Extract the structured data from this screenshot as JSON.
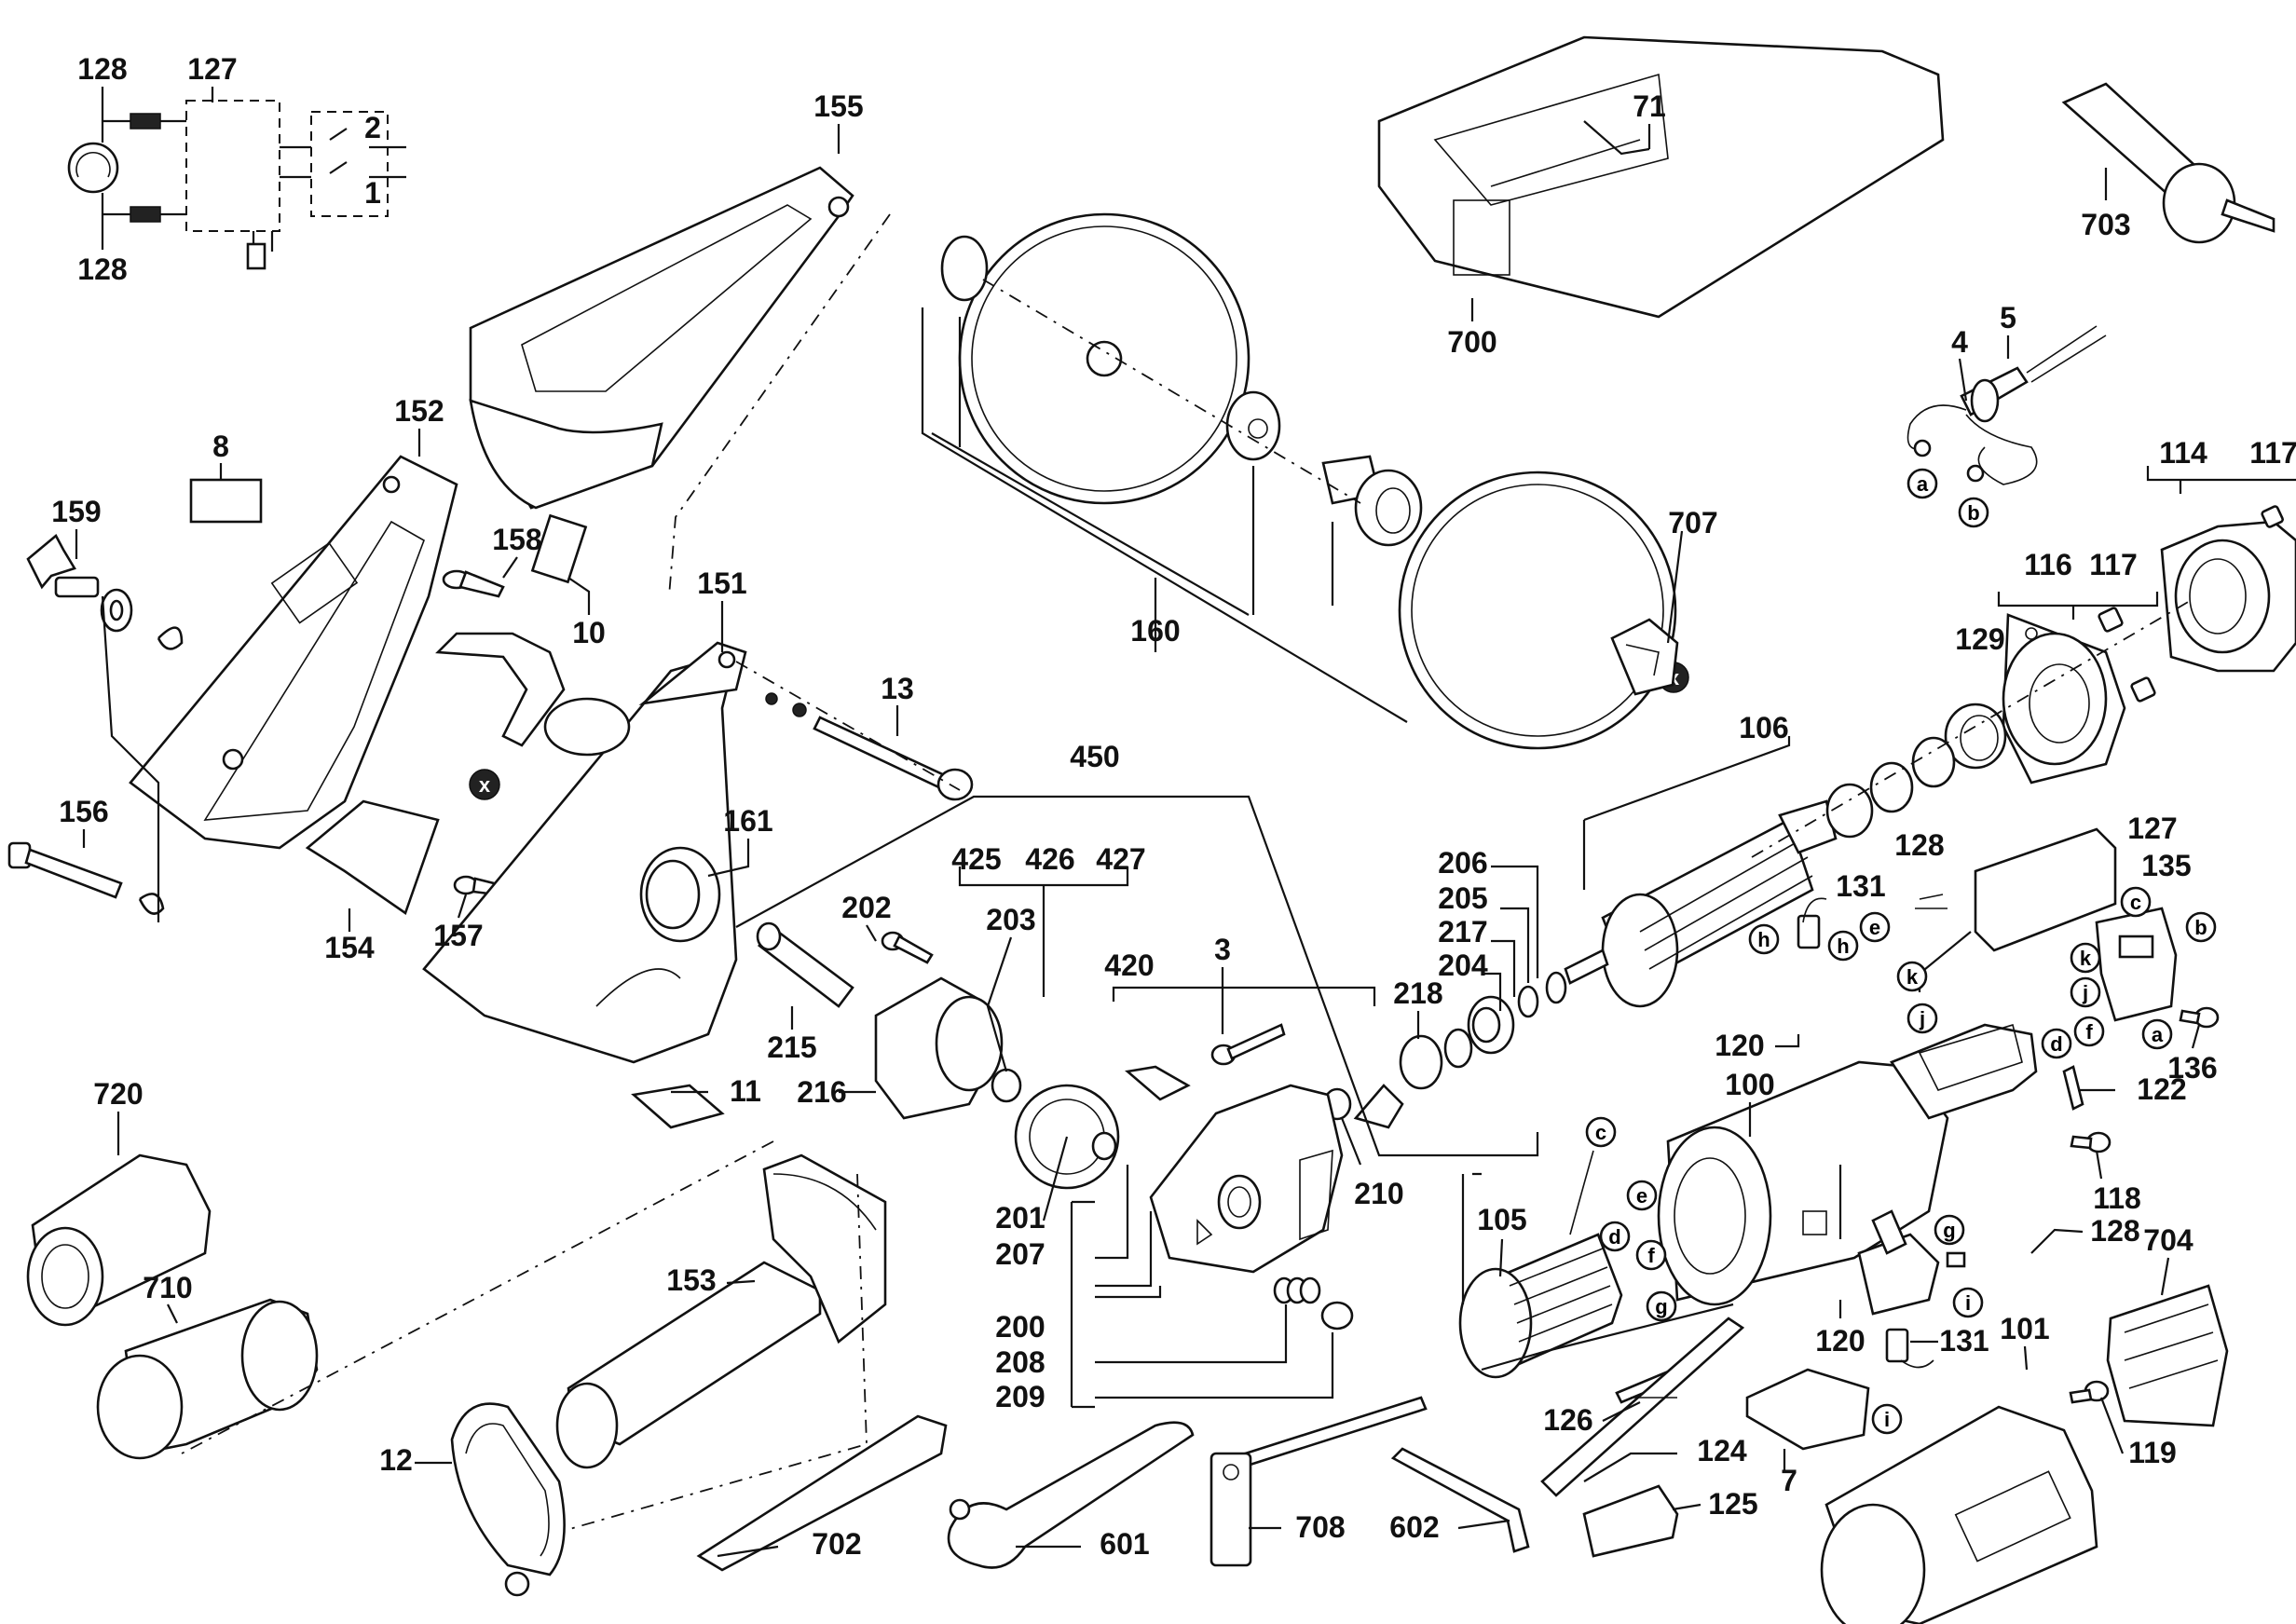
{
  "callouts": [
    {
      "id": "c-128a",
      "text": "128"
    },
    {
      "id": "c-127a",
      "text": "127"
    },
    {
      "id": "c-128b",
      "text": "128"
    },
    {
      "id": "c-155",
      "text": "155"
    },
    {
      "id": "c-71",
      "text": "71"
    },
    {
      "id": "c-703",
      "text": "703"
    },
    {
      "id": "c-700",
      "text": "700"
    },
    {
      "id": "c-5",
      "text": "5"
    },
    {
      "id": "c-4",
      "text": "4"
    },
    {
      "id": "c-152",
      "text": "152"
    },
    {
      "id": "c-8",
      "text": "8"
    },
    {
      "id": "c-159",
      "text": "159"
    },
    {
      "id": "c-158",
      "text": "158"
    },
    {
      "id": "c-10",
      "text": "10"
    },
    {
      "id": "c-151",
      "text": "151"
    },
    {
      "id": "c-160",
      "text": "160"
    },
    {
      "id": "c-707",
      "text": "707"
    },
    {
      "id": "c-114",
      "text": "114"
    },
    {
      "id": "c-117a",
      "text": "117"
    },
    {
      "id": "c-116",
      "text": "116"
    },
    {
      "id": "c-117b",
      "text": "117"
    },
    {
      "id": "c-129",
      "text": "129"
    },
    {
      "id": "c-13",
      "text": "13"
    },
    {
      "id": "c-106",
      "text": "106"
    },
    {
      "id": "c-450",
      "text": "450"
    },
    {
      "id": "c-156",
      "text": "156"
    },
    {
      "id": "c-161",
      "text": "161"
    },
    {
      "id": "c-154",
      "text": "154"
    },
    {
      "id": "c-157",
      "text": "157"
    },
    {
      "id": "c-425",
      "text": "425"
    },
    {
      "id": "c-426",
      "text": "426"
    },
    {
      "id": "c-427",
      "text": "427"
    },
    {
      "id": "c-202",
      "text": "202"
    },
    {
      "id": "c-203",
      "text": "203"
    },
    {
      "id": "c-206",
      "text": "206"
    },
    {
      "id": "c-205",
      "text": "205"
    },
    {
      "id": "c-217",
      "text": "217"
    },
    {
      "id": "c-204",
      "text": "204"
    },
    {
      "id": "c-128c",
      "text": "128"
    },
    {
      "id": "c-131a",
      "text": "131"
    },
    {
      "id": "c-127b",
      "text": "127"
    },
    {
      "id": "c-135",
      "text": "135"
    },
    {
      "id": "c-420",
      "text": "420"
    },
    {
      "id": "c-3",
      "text": "3"
    },
    {
      "id": "c-218",
      "text": "218"
    },
    {
      "id": "c-215",
      "text": "215"
    },
    {
      "id": "c-216",
      "text": "216"
    },
    {
      "id": "c-11",
      "text": "11"
    },
    {
      "id": "c-720",
      "text": "720"
    },
    {
      "id": "c-136",
      "text": "136"
    },
    {
      "id": "c-120a",
      "text": "120"
    },
    {
      "id": "c-100",
      "text": "100"
    },
    {
      "id": "c-122",
      "text": "122"
    },
    {
      "id": "c-210",
      "text": "210"
    },
    {
      "id": "c-118",
      "text": "118"
    },
    {
      "id": "c-201",
      "text": "201"
    },
    {
      "id": "c-105",
      "text": "105"
    },
    {
      "id": "c-207",
      "text": "207"
    },
    {
      "id": "c-128d",
      "text": "128"
    },
    {
      "id": "c-704",
      "text": "704"
    },
    {
      "id": "c-153",
      "text": "153"
    },
    {
      "id": "c-710",
      "text": "710"
    },
    {
      "id": "c-200",
      "text": "200"
    },
    {
      "id": "c-120b",
      "text": "120"
    },
    {
      "id": "c-131b",
      "text": "131"
    },
    {
      "id": "c-101",
      "text": "101"
    },
    {
      "id": "c-208",
      "text": "208"
    },
    {
      "id": "c-209",
      "text": "209"
    },
    {
      "id": "c-126",
      "text": "126"
    },
    {
      "id": "c-119",
      "text": "119"
    },
    {
      "id": "c-124",
      "text": "124"
    },
    {
      "id": "c-12",
      "text": "12"
    },
    {
      "id": "c-7",
      "text": "7"
    },
    {
      "id": "c-125",
      "text": "125"
    },
    {
      "id": "c-702",
      "text": "702"
    },
    {
      "id": "c-601",
      "text": "601"
    },
    {
      "id": "c-708",
      "text": "708"
    },
    {
      "id": "c-602",
      "text": "602"
    },
    {
      "id": "c-2",
      "text": "2"
    },
    {
      "id": "c-1",
      "text": "1"
    }
  ],
  "letters": [
    {
      "id": "l-a1",
      "text": "a"
    },
    {
      "id": "l-b1",
      "text": "b"
    },
    {
      "id": "l-c1",
      "text": "c"
    },
    {
      "id": "l-b2",
      "text": "b"
    },
    {
      "id": "l-e1",
      "text": "e"
    },
    {
      "id": "l-h1",
      "text": "h"
    },
    {
      "id": "l-h2",
      "text": "h"
    },
    {
      "id": "l-k1",
      "text": "k"
    },
    {
      "id": "l-k2",
      "text": "k"
    },
    {
      "id": "l-j1",
      "text": "j"
    },
    {
      "id": "l-j2",
      "text": "j"
    },
    {
      "id": "l-f1",
      "text": "f"
    },
    {
      "id": "l-d1",
      "text": "d"
    },
    {
      "id": "l-a2",
      "text": "a"
    },
    {
      "id": "l-c2",
      "text": "c"
    },
    {
      "id": "l-e2",
      "text": "e"
    },
    {
      "id": "l-d2",
      "text": "d"
    },
    {
      "id": "l-f2",
      "text": "f"
    },
    {
      "id": "l-g1",
      "text": "g"
    },
    {
      "id": "l-g2",
      "text": "g"
    },
    {
      "id": "l-i1",
      "text": "i"
    },
    {
      "id": "l-i2",
      "text": "i"
    }
  ],
  "markers": [
    {
      "id": "x-1",
      "text": "x"
    },
    {
      "id": "x-2",
      "text": "x"
    }
  ]
}
